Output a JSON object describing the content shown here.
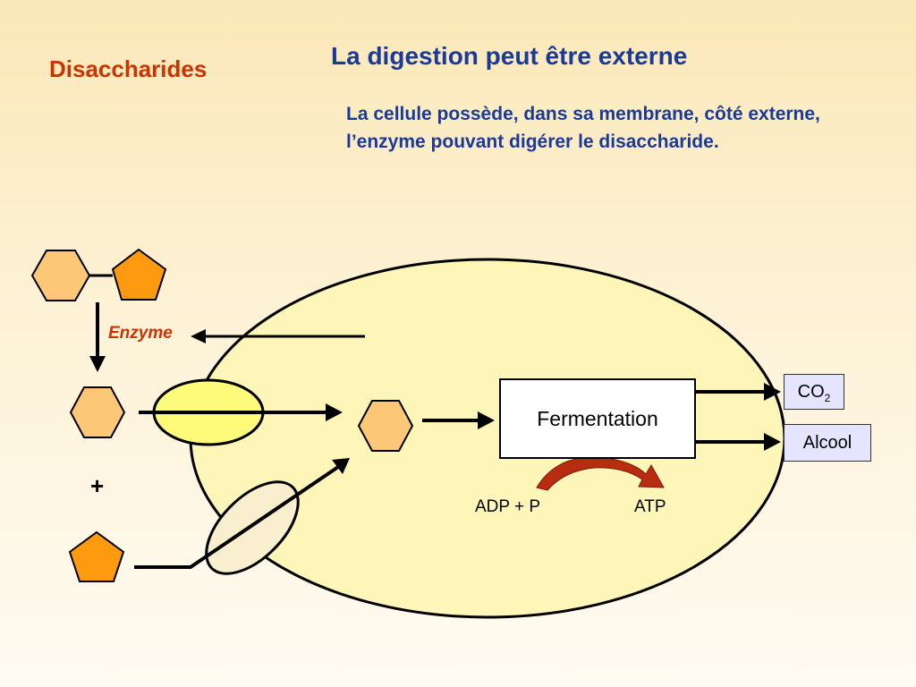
{
  "header": {
    "left_title": "Disaccharides",
    "main_title": "La digestion peut être externe",
    "description": "La cellule possède, dans sa membrane, côté externe, l’enzyme pouvant digérer le disaccharide."
  },
  "diagram": {
    "enzyme_label": "Enzyme",
    "plus_label": "+",
    "fermentation_label": "Fermentation",
    "co2_main": "CO",
    "co2_subscript": "2",
    "alcool_label": "Alcool",
    "adp_label": "ADP + P",
    "atp_label": "ATP"
  },
  "colors": {
    "title_red": "#cc3300",
    "title_blue": "#1a3a99",
    "cell_fill": "#fdf6b8",
    "hexagon_fill": "#fcc878",
    "pentagon_fill": "#fe9a10",
    "transporter_yellow": "#fefb7a",
    "transporter_beige": "#f9efcf",
    "product_box_fill": "#e5e5ff",
    "atp_arrow": "#b82c10"
  }
}
